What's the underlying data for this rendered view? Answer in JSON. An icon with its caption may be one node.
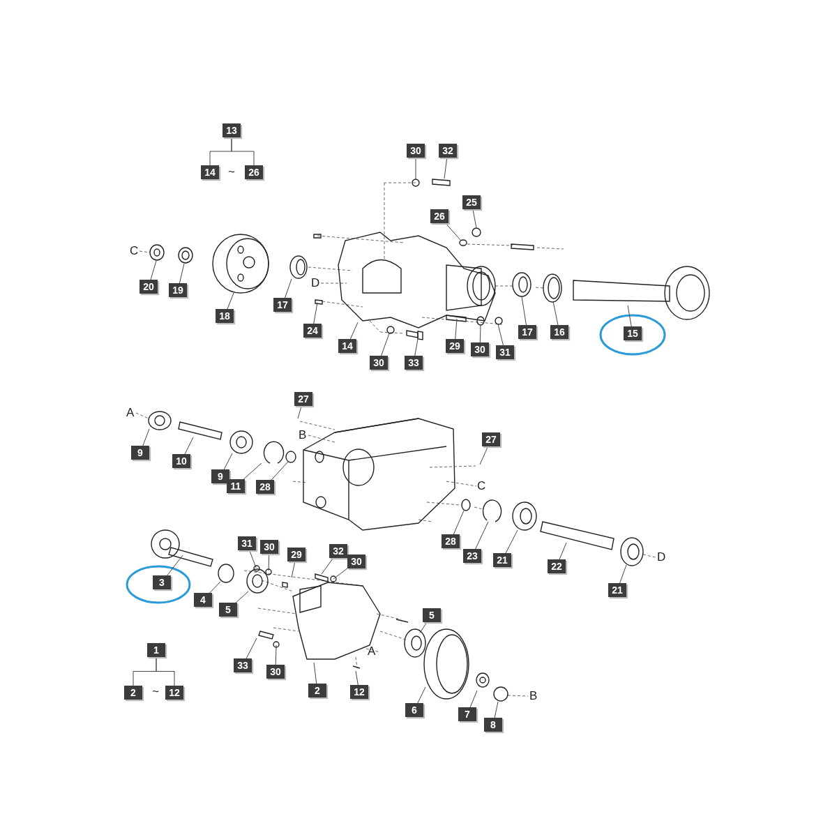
{
  "diagram": {
    "nodes": [
      {
        "text": [
          "13"
        ]
      },
      {
        "text": [
          "14"
        ]
      },
      {
        "text": [
          "26"
        ]
      },
      {
        "text": [
          "30"
        ]
      },
      {
        "text": [
          "32"
        ]
      },
      {
        "text": [
          "25"
        ]
      },
      {
        "text": [
          "26"
        ]
      },
      {
        "text": [
          "20"
        ]
      },
      {
        "text": [
          "19"
        ]
      },
      {
        "text": [
          "18"
        ]
      },
      {
        "text": [
          "17"
        ]
      },
      {
        "text": [
          "24"
        ]
      },
      {
        "text": [
          "14"
        ]
      },
      {
        "text": [
          "30"
        ]
      },
      {
        "text": [
          "33"
        ]
      },
      {
        "text": [
          "29"
        ]
      },
      {
        "text": [
          "30"
        ]
      },
      {
        "text": [
          "31"
        ]
      },
      {
        "text": [
          "17"
        ]
      },
      {
        "text": [
          "16"
        ]
      },
      {
        "text": [
          "15"
        ]
      },
      {
        "text": [
          "27"
        ]
      },
      {
        "text": [
          "27"
        ]
      },
      {
        "text": [
          "9"
        ]
      },
      {
        "text": [
          "10"
        ]
      },
      {
        "text": [
          "9"
        ]
      },
      {
        "text": [
          "11"
        ]
      },
      {
        "text": [
          "28"
        ]
      },
      {
        "text": [
          "28"
        ]
      },
      {
        "text": [
          "23"
        ]
      },
      {
        "text": [
          "21"
        ]
      },
      {
        "text": [
          "22"
        ]
      },
      {
        "text": [
          "21"
        ]
      },
      {
        "text": [
          "3"
        ]
      },
      {
        "text": [
          "31"
        ]
      },
      {
        "text": [
          "30"
        ]
      },
      {
        "text": [
          "29"
        ]
      },
      {
        "text": [
          "32"
        ]
      },
      {
        "text": [
          "30"
        ]
      },
      {
        "text": [
          "4"
        ]
      },
      {
        "text": [
          "5"
        ]
      },
      {
        "text": [
          "5"
        ]
      },
      {
        "text": [
          "33"
        ]
      },
      {
        "text": [
          "30"
        ]
      },
      {
        "text": [
          "2"
        ]
      },
      {
        "text": [
          "12"
        ]
      },
      {
        "text": [
          "6"
        ]
      },
      {
        "text": [
          "7"
        ]
      },
      {
        "text": [
          "8"
        ]
      },
      {
        "text": [
          "1"
        ]
      },
      {
        "text": [
          "2"
        ]
      },
      {
        "text": [
          "12"
        ]
      }
    ],
    "edges": [
      {
        "from": 0,
        "to": 1,
        "arrow": "none"
      },
      {
        "from": 0,
        "to": 2,
        "arrow": "none"
      },
      {
        "from": 3,
        "to": null,
        "arrow": "none"
      },
      {
        "from": 4,
        "to": null,
        "arrow": "none"
      },
      {
        "from": 5,
        "to": null,
        "arrow": "none"
      },
      {
        "from": 6,
        "to": null,
        "arrow": "none"
      },
      {
        "from": 7,
        "to": null,
        "arrow": "none"
      },
      {
        "from": 8,
        "to": null,
        "arrow": "none"
      },
      {
        "from": 9,
        "to": null,
        "arrow": "none"
      },
      {
        "from": 10,
        "to": null,
        "arrow": "none"
      },
      {
        "from": 11,
        "to": null,
        "arrow": "none"
      },
      {
        "from": 12,
        "to": null,
        "arrow": "none"
      },
      {
        "from": 13,
        "to": null,
        "arrow": "none"
      },
      {
        "from": 14,
        "to": null,
        "arrow": "none"
      },
      {
        "from": 15,
        "to": null,
        "arrow": "none"
      },
      {
        "from": 16,
        "to": null,
        "arrow": "none"
      },
      {
        "from": 17,
        "to": null,
        "arrow": "none"
      },
      {
        "from": 18,
        "to": null,
        "arrow": "none"
      },
      {
        "from": 19,
        "to": null,
        "arrow": "none"
      },
      {
        "from": 20,
        "to": null,
        "arrow": "none"
      },
      {
        "from": 21,
        "to": null,
        "arrow": "none"
      },
      {
        "from": 22,
        "to": null,
        "arrow": "none"
      },
      {
        "from": 23,
        "to": null,
        "arrow": "none"
      },
      {
        "from": 24,
        "to": null,
        "arrow": "none"
      },
      {
        "from": 25,
        "to": null,
        "arrow": "none"
      },
      {
        "from": 26,
        "to": null,
        "arrow": "none"
      },
      {
        "from": 27,
        "to": null,
        "arrow": "none"
      },
      {
        "from": 28,
        "to": null,
        "arrow": "none"
      },
      {
        "from": 29,
        "to": null,
        "arrow": "none"
      },
      {
        "from": 30,
        "to": null,
        "arrow": "none"
      },
      {
        "from": 31,
        "to": null,
        "arrow": "none"
      },
      {
        "from": 32,
        "to": null,
        "arrow": "none"
      },
      {
        "from": 33,
        "to": null,
        "arrow": "none"
      },
      {
        "from": 34,
        "to": null,
        "arrow": "none"
      },
      {
        "from": 35,
        "to": null,
        "arrow": "none"
      },
      {
        "from": 36,
        "to": null,
        "arrow": "none"
      },
      {
        "from": 37,
        "to": null,
        "arrow": "none"
      },
      {
        "from": 38,
        "to": null,
        "arrow": "none"
      },
      {
        "from": 39,
        "to": null,
        "arrow": "none"
      },
      {
        "from": 40,
        "to": null,
        "arrow": "none"
      },
      {
        "from": 41,
        "to": null,
        "arrow": "none"
      },
      {
        "from": 42,
        "to": null,
        "arrow": "none"
      },
      {
        "from": 43,
        "to": null,
        "arrow": "none"
      },
      {
        "from": 44,
        "to": null,
        "arrow": "none"
      },
      {
        "from": 45,
        "to": null,
        "arrow": "none"
      },
      {
        "from": 46,
        "to": null,
        "arrow": "none"
      },
      {
        "from": 47,
        "to": null,
        "arrow": "none"
      },
      {
        "from": 48,
        "to": null,
        "arrow": "none"
      },
      {
        "from": 49,
        "to": 50,
        "arrow": "none"
      },
      {
        "from": 49,
        "to": 51,
        "arrow": "none"
      }
    ],
    "labels": [
      "~",
      "C",
      "D",
      "A",
      "B",
      "C",
      "D",
      "A",
      "~",
      "B"
    ]
  }
}
